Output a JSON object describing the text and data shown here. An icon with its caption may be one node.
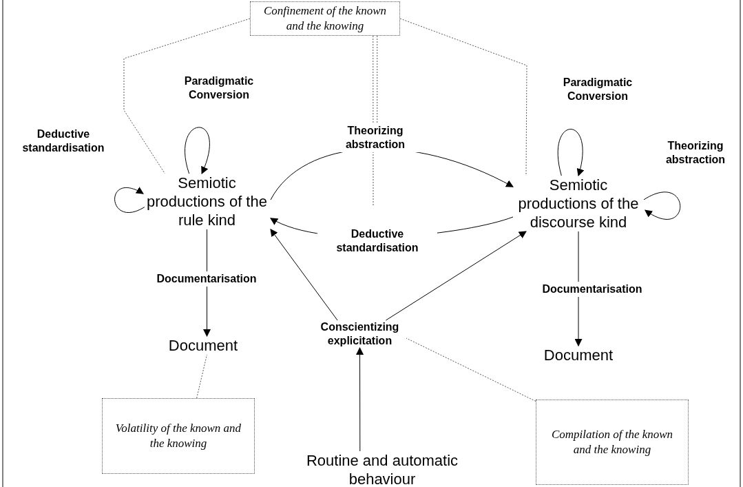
{
  "diagram": {
    "nodes": [
      {
        "text": [
          "Confinement of the known and the knowing"
        ]
      },
      {
        "text": [
          "Semiotic productions of the rule kind"
        ]
      },
      {
        "text": [
          "Semiotic productions of the discourse kind"
        ]
      },
      {
        "text": [
          "Document"
        ]
      },
      {
        "text": [
          "Document"
        ]
      },
      {
        "text": [
          "Routine and automatic behaviour"
        ]
      },
      {
        "text": [
          "Volatility of the known and the knowing"
        ]
      },
      {
        "text": [
          "Compilation of the known and the knowing"
        ]
      },
      {
        "text": [
          "Conscientizing explicitation"
        ]
      }
    ],
    "edges": [
      {
        "from": 0,
        "to": 1,
        "arrow": "none",
        "style": "dashed"
      },
      {
        "from": 0,
        "to": 2,
        "arrow": "none",
        "style": "dashed"
      },
      {
        "from": 1,
        "to": 1,
        "arrow": "to",
        "label": "Paradigmatic Conversion"
      },
      {
        "from": 1,
        "to": 1,
        "arrow": "to",
        "label": "Deductive standardisation"
      },
      {
        "from": 1,
        "to": 2,
        "arrow": "to",
        "label": "Theorizing abstraction"
      },
      {
        "from": 2,
        "to": 2,
        "arrow": "to",
        "label": "Paradigmatic Conversion"
      },
      {
        "from": 2,
        "to": 2,
        "arrow": "to",
        "label": "Theorizing abstraction"
      },
      {
        "from": 2,
        "to": 1,
        "arrow": "to",
        "label": "Deductive standardisation"
      },
      {
        "from": 1,
        "to": 3,
        "arrow": "to",
        "label": "Documentarisation"
      },
      {
        "from": 2,
        "to": 4,
        "arrow": "to",
        "label": "Documentarisation"
      },
      {
        "from": 5,
        "to": 8,
        "arrow": "to"
      },
      {
        "from": 8,
        "to": 1,
        "arrow": "to"
      },
      {
        "from": 8,
        "to": 2,
        "arrow": "to"
      },
      {
        "from": 6,
        "to": 3,
        "arrow": "none",
        "style": "dashed"
      },
      {
        "from": 7,
        "to": 8,
        "arrow": "none",
        "style": "dashed"
      },
      {
        "from": 0,
        "to": null,
        "arrow": "none",
        "style": "dashed"
      }
    ]
  }
}
